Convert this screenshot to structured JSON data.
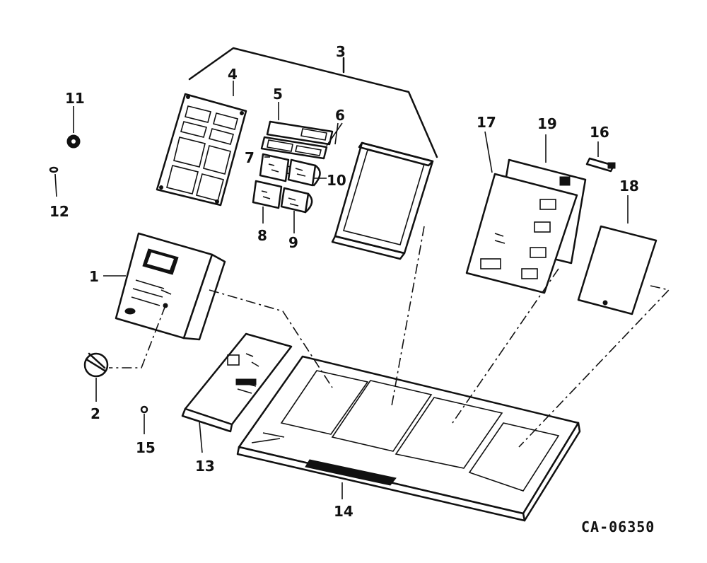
{
  "diagram": {
    "reference_code": "CA-06350",
    "callouts": {
      "c1": "1",
      "c2": "2",
      "c3": "3",
      "c4": "4",
      "c5": "5",
      "c6": "6",
      "c7": "7",
      "c8": "8",
      "c9": "9",
      "c10": "10",
      "c11": "11",
      "c12": "12",
      "c13": "13",
      "c14": "14",
      "c15": "15",
      "c16": "16",
      "c17": "17",
      "c18": "18",
      "c19": "19"
    }
  }
}
